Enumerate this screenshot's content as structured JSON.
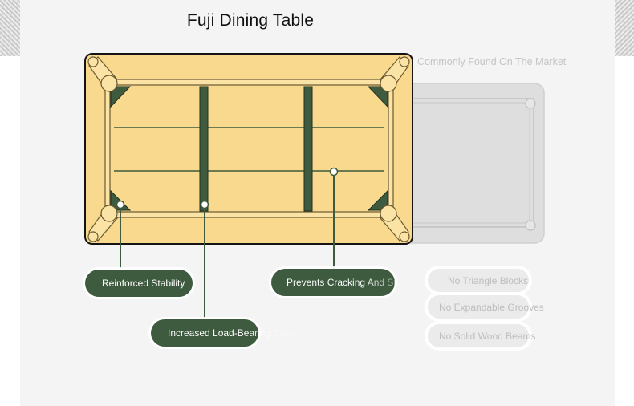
{
  "title": "Fuji Dining Table",
  "market_label": "Commonly Found On The Market",
  "features": [
    {
      "label": "Reinforced Stability"
    },
    {
      "label": "Increased Load-Bearing Capacity"
    },
    {
      "label": "Prevents Cracking And Splitting"
    }
  ],
  "market_features": [
    {
      "label": "No Triangle Blocks"
    },
    {
      "label": "No Expandable Grooves"
    },
    {
      "label": "No Solid Wood Beams"
    }
  ],
  "colors": {
    "wood": "#f8d98e",
    "outline": "#151515",
    "accent_green": "#3e5b3f",
    "market_gray": "#dedede"
  }
}
